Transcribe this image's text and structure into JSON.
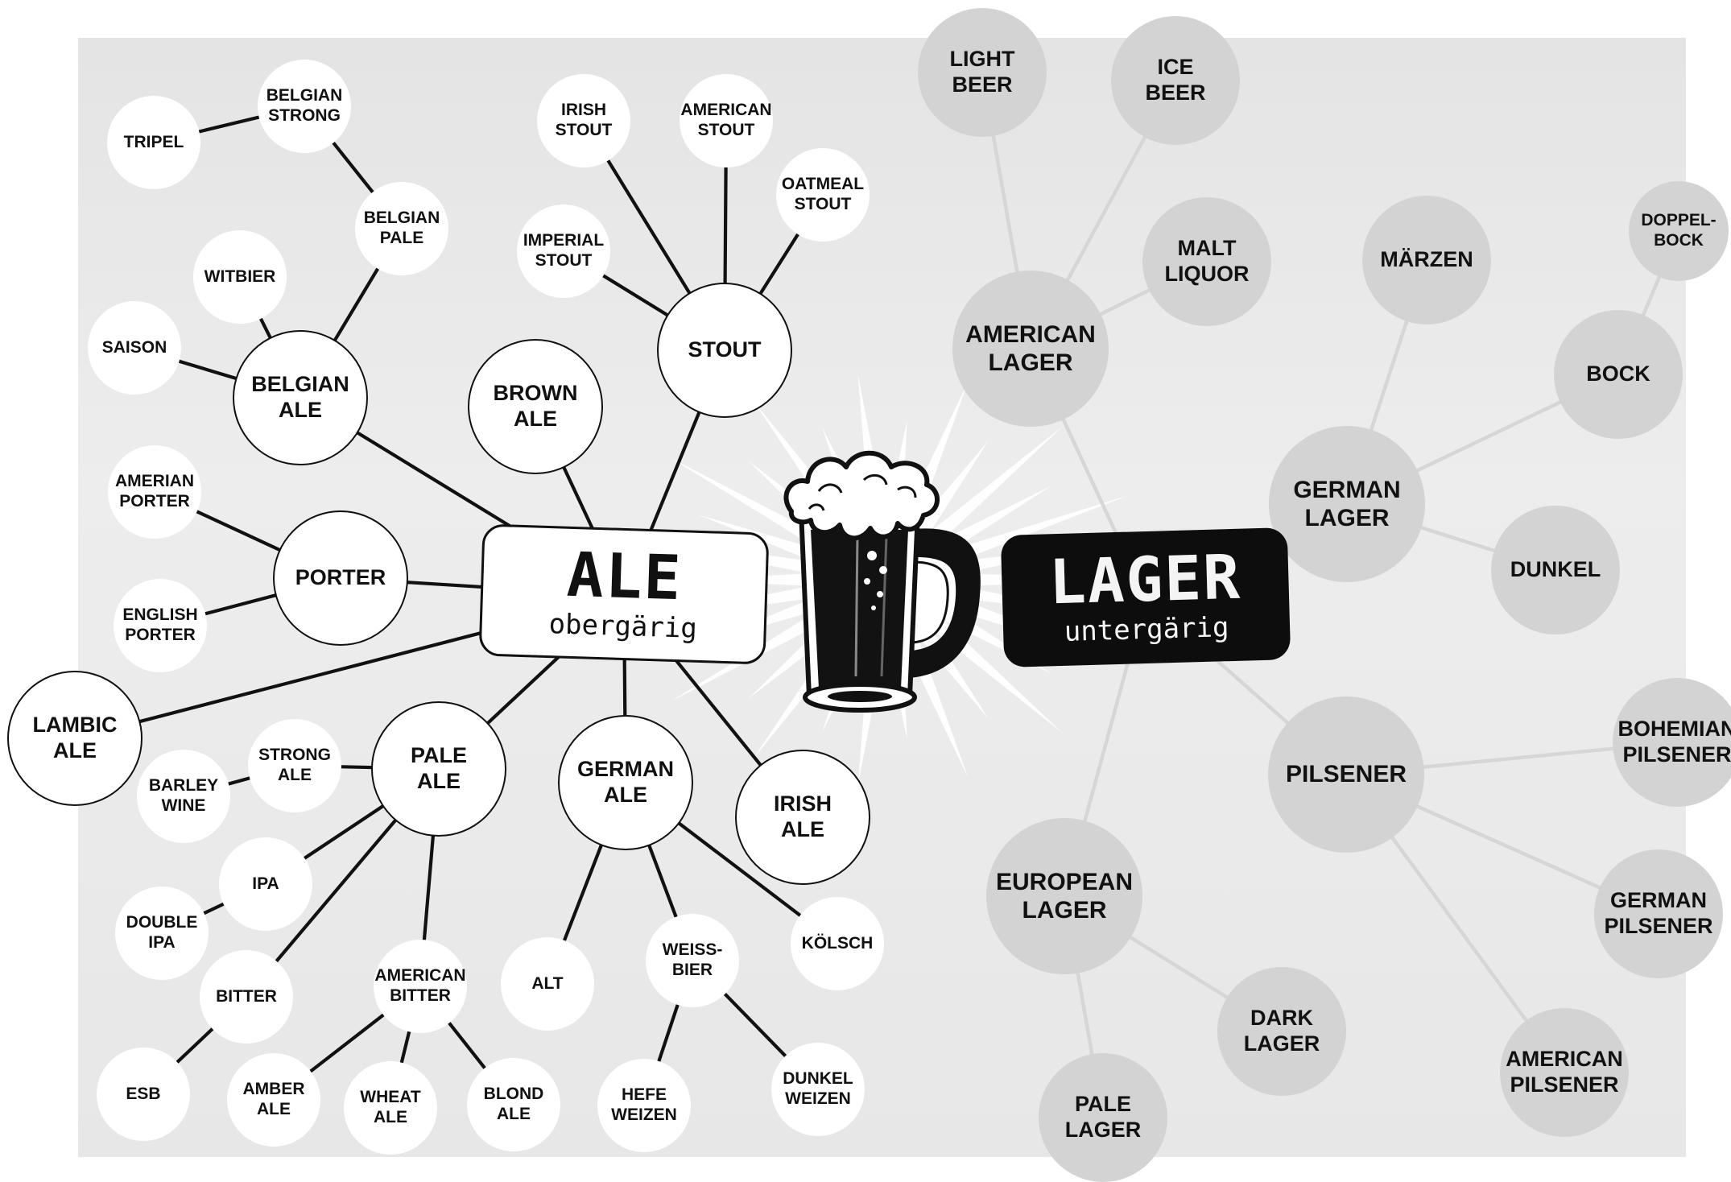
{
  "ale": {
    "title": "ALE",
    "subtitle": "obergärig"
  },
  "lager": {
    "title": "LAGER",
    "subtitle": "untergärig"
  },
  "colors": {
    "ale_node": "#ffffff",
    "ale_stroke": "#111111",
    "lager_node": "#d3d3d3",
    "lager_line": "#d6d6d6",
    "background": "#e8e8e8"
  },
  "icons": {
    "center": "beer-mug-icon",
    "burst": "starburst"
  },
  "ale_nodes": [
    {
      "id": "stout",
      "label": "STOUT",
      "parent": "ale"
    },
    {
      "id": "irish-stout",
      "label": "IRISH\nSTOUT",
      "parent": "stout"
    },
    {
      "id": "american-stout",
      "label": "AMERICAN\nSTOUT",
      "parent": "stout"
    },
    {
      "id": "oatmeal-stout",
      "label": "OATMEAL\nSTOUT",
      "parent": "stout"
    },
    {
      "id": "imperial-stout",
      "label": "IMPERIAL\nSTOUT",
      "parent": "stout"
    },
    {
      "id": "brown-ale",
      "label": "BROWN\nALE",
      "parent": "ale"
    },
    {
      "id": "belgian-ale",
      "label": "BELGIAN\nALE",
      "parent": "ale"
    },
    {
      "id": "saison",
      "label": "SAISON",
      "parent": "belgian-ale"
    },
    {
      "id": "witbier",
      "label": "WITBIER",
      "parent": "belgian-ale"
    },
    {
      "id": "belgian-pale",
      "label": "BELGIAN\nPALE",
      "parent": "belgian-ale"
    },
    {
      "id": "belgian-strong",
      "label": "BELGIAN\nSTRONG",
      "parent": "belgian-pale"
    },
    {
      "id": "tripel",
      "label": "TRIPEL",
      "parent": "belgian-strong"
    },
    {
      "id": "porter",
      "label": "PORTER",
      "parent": "ale"
    },
    {
      "id": "amerian-porter",
      "label": "AMERIAN\nPORTER",
      "parent": "porter"
    },
    {
      "id": "english-porter",
      "label": "ENGLISH\nPORTER",
      "parent": "porter"
    },
    {
      "id": "lambic-ale",
      "label": "LAMBIC\nALE",
      "parent": "ale"
    },
    {
      "id": "pale-ale",
      "label": "PALE\nALE",
      "parent": "ale"
    },
    {
      "id": "strong-ale",
      "label": "STRONG\nALE",
      "parent": "pale-ale"
    },
    {
      "id": "barley-wine",
      "label": "BARLEY\nWINE",
      "parent": "strong-ale"
    },
    {
      "id": "ipa",
      "label": "IPA",
      "parent": "pale-ale"
    },
    {
      "id": "double-ipa",
      "label": "DOUBLE\nIPA",
      "parent": "ipa"
    },
    {
      "id": "bitter",
      "label": "BITTER",
      "parent": "pale-ale"
    },
    {
      "id": "esb",
      "label": "ESB",
      "parent": "bitter"
    },
    {
      "id": "american-bitter",
      "label": "AMERICAN\nBITTER",
      "parent": "pale-ale"
    },
    {
      "id": "amber-ale",
      "label": "AMBER\nALE",
      "parent": "american-bitter"
    },
    {
      "id": "wheat-ale",
      "label": "WHEAT\nALE",
      "parent": "american-bitter"
    },
    {
      "id": "blond-ale",
      "label": "BLOND\nALE",
      "parent": "american-bitter"
    },
    {
      "id": "german-ale",
      "label": "GERMAN\nALE",
      "parent": "ale"
    },
    {
      "id": "alt",
      "label": "ALT",
      "parent": "german-ale"
    },
    {
      "id": "weissbier",
      "label": "WEISS-\nBIER",
      "parent": "german-ale"
    },
    {
      "id": "hefe-weizen",
      "label": "HEFE\nWEIZEN",
      "parent": "weissbier"
    },
    {
      "id": "dunkel-weizen",
      "label": "DUNKEL\nWEIZEN",
      "parent": "weissbier"
    },
    {
      "id": "kolsch",
      "label": "KÖLSCH",
      "parent": "german-ale"
    },
    {
      "id": "irish-ale",
      "label": "IRISH\nALE",
      "parent": "ale"
    }
  ],
  "lager_nodes": [
    {
      "id": "american-lager",
      "label": "AMERICAN\nLAGER",
      "parent": "lager"
    },
    {
      "id": "light-beer",
      "label": "LIGHT\nBEER",
      "parent": "american-lager"
    },
    {
      "id": "ice-beer",
      "label": "ICE\nBEER",
      "parent": "american-lager"
    },
    {
      "id": "malt-liquor",
      "label": "MALT\nLIQUOR",
      "parent": "american-lager"
    },
    {
      "id": "german-lager",
      "label": "GERMAN\nLAGER",
      "parent": "lager"
    },
    {
      "id": "marzen",
      "label": "MÄRZEN",
      "parent": "german-lager"
    },
    {
      "id": "bock",
      "label": "BOCK",
      "parent": "german-lager"
    },
    {
      "id": "doppelbock",
      "label": "DOPPEL-\nBOCK",
      "parent": "bock"
    },
    {
      "id": "dunkel",
      "label": "DUNKEL",
      "parent": "german-lager"
    },
    {
      "id": "pilsener",
      "label": "PILSENER",
      "parent": "lager"
    },
    {
      "id": "bohemian-pilsener",
      "label": "BOHEMIAN\nPILSENER",
      "parent": "pilsener"
    },
    {
      "id": "german-pilsener",
      "label": "GERMAN\nPILSENER",
      "parent": "pilsener"
    },
    {
      "id": "american-pilsener",
      "label": "AMERICAN\nPILSENER",
      "parent": "pilsener"
    },
    {
      "id": "european-lager",
      "label": "EUROPEAN\nLAGER",
      "parent": "lager"
    },
    {
      "id": "dark-lager",
      "label": "DARK\nLAGER",
      "parent": "european-lager"
    },
    {
      "id": "pale-lager",
      "label": "PALE\nLAGER",
      "parent": "european-lager"
    }
  ]
}
